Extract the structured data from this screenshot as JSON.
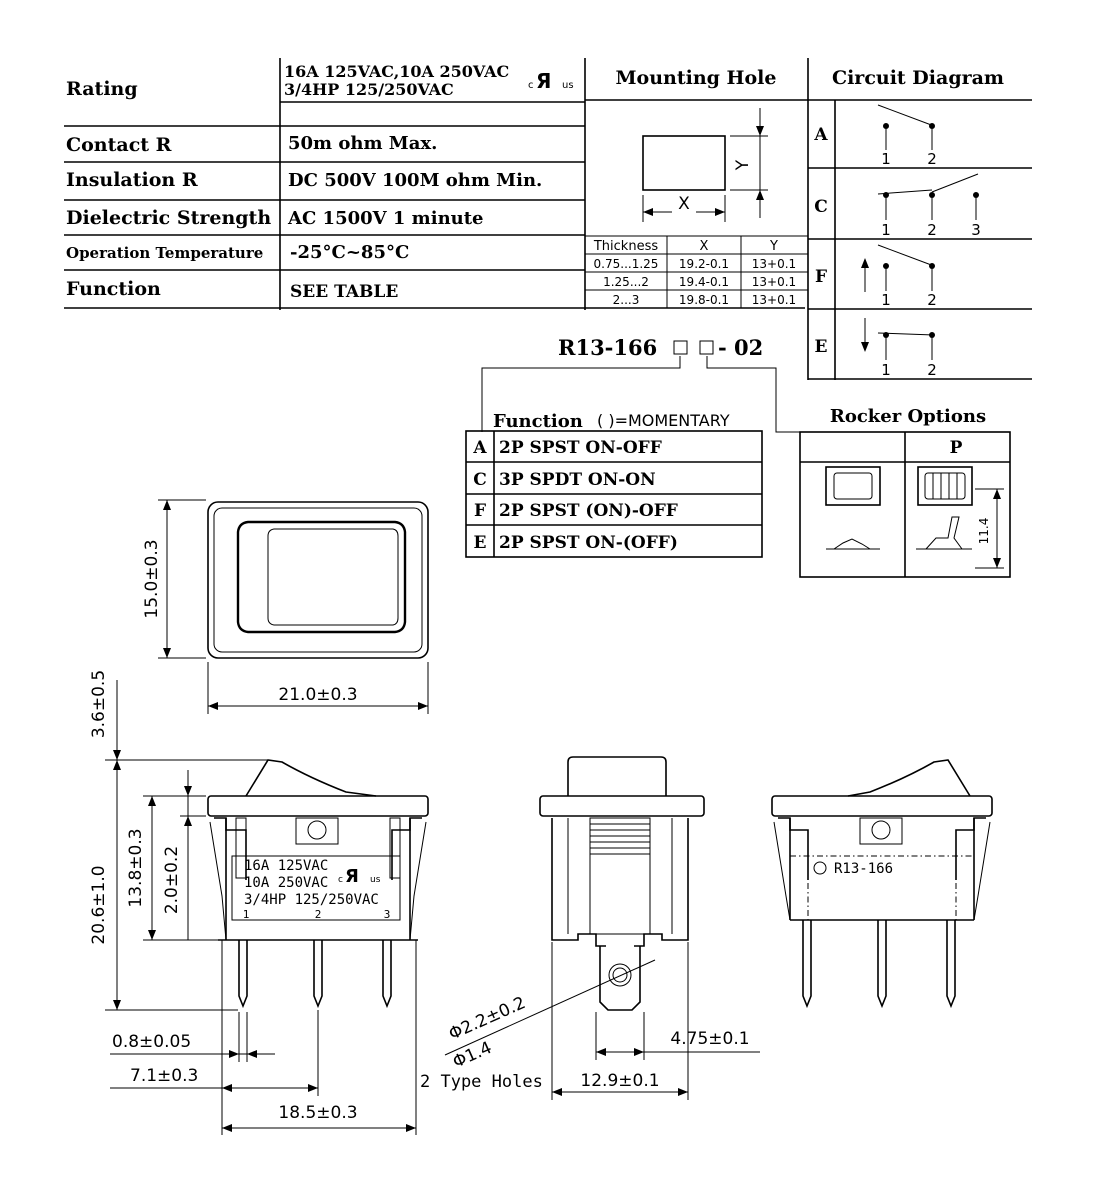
{
  "spec_table": {
    "rating_label": "Rating",
    "rating_value_line1": "16A 125VAC,10A 250VAC",
    "rating_value_line2": "3/4HP 125/250VAC",
    "contact_label": "Contact R",
    "contact_value": "50m ohm Max.",
    "insulation_label": "Insulation R",
    "insulation_value": "DC 500V 100M ohm Min.",
    "dielectric_label": "Dielectric Strength",
    "dielectric_value": "AC 1500V 1 minute",
    "operation_label": "Operation Temperature",
    "operation_value": "-25°C~85°C",
    "function_label": "Function",
    "function_value": "SEE TABLE"
  },
  "ul_mark": {
    "c": "c",
    "r": "Я",
    "us": "us"
  },
  "mounting_hole": {
    "title": "Mounting Hole",
    "x_label": "X",
    "y_label": "Y",
    "columns": [
      "Thickness",
      "X",
      "Y"
    ],
    "rows": [
      [
        "0.75...1.25",
        "19.2-0.1",
        "13+0.1"
      ],
      [
        "1.25...2",
        "19.4-0.1",
        "13+0.1"
      ],
      [
        "2...3",
        "19.8-0.1",
        "13+0.1"
      ]
    ]
  },
  "circuit_diagram": {
    "title": "Circuit Diagram",
    "rows": [
      {
        "label": "A",
        "pins": [
          "1",
          "2"
        ]
      },
      {
        "label": "C",
        "pins": [
          "1",
          "2",
          "3"
        ]
      },
      {
        "label": "F",
        "pins": [
          "1",
          "2"
        ]
      },
      {
        "label": "E",
        "pins": [
          "1",
          "2"
        ]
      }
    ]
  },
  "part_number": {
    "prefix": "R13-166",
    "suffix": "- 02"
  },
  "function_table": {
    "title": "Function",
    "note": "( )=MOMENTARY",
    "rows": [
      {
        "code": "A",
        "desc": "2P SPST ON-OFF"
      },
      {
        "code": "C",
        "desc": "3P SPDT ON-ON"
      },
      {
        "code": "F",
        "desc": "2P SPST (ON)-OFF"
      },
      {
        "code": "E",
        "desc": "2P SPST ON-(OFF)"
      }
    ]
  },
  "rocker_options": {
    "title": "Rocker Options",
    "p_label": "P",
    "dim_label": "11.4"
  },
  "dimensions": {
    "height_top": "15.0±0.3",
    "width_top": "21.0±0.3",
    "rocker_height": "3.6±0.5",
    "total_height": "20.6±1.0",
    "body_height": "13.8±0.3",
    "flange": "2.0±0.2",
    "pin_thickness": "0.8±0.05",
    "pin_offset": "7.1±0.3",
    "pin_span": "18.5±0.3",
    "hole_outer": "Φ2.2±0.2",
    "hole_inner": "Φ1.4",
    "hole_note": "2 Type Holes",
    "terminal_width": "4.75±0.1",
    "side_width": "12.9±0.1"
  },
  "body_marking": {
    "line1": "16A 125VAC",
    "line2": "10A 250VAC",
    "line3": "3/4HP 125/250VAC",
    "pins": [
      "1",
      "2",
      "3"
    ]
  },
  "rear_marking": "R13-166"
}
